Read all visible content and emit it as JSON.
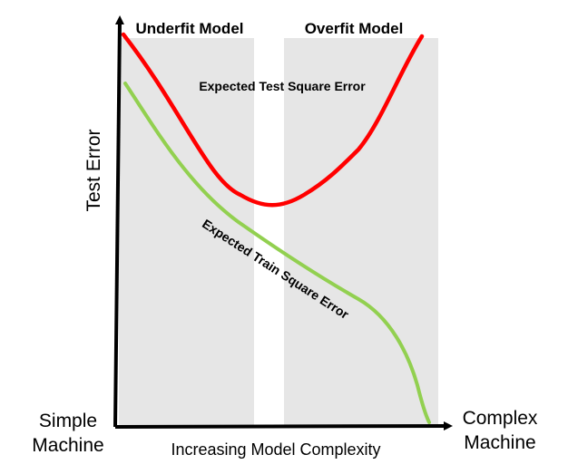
{
  "regions": {
    "underfit_label": "Underfit Model",
    "overfit_label": "Overfit Model",
    "region_color": "#e6e6e6"
  },
  "curves": {
    "test_error_label": "Expected Test Square Error",
    "test_error_color": "#ff0000",
    "train_error_label": "Expected Train Square Error",
    "train_error_color": "#92d050"
  },
  "axes": {
    "y_label": "Test Error",
    "x_label": "Increasing Model Complexity",
    "x_min_label_line1": "Simple",
    "x_min_label_line2": "Machine",
    "x_max_label_line1": "Complex",
    "x_max_label_line2": "Machine",
    "axis_color": "#000000"
  }
}
